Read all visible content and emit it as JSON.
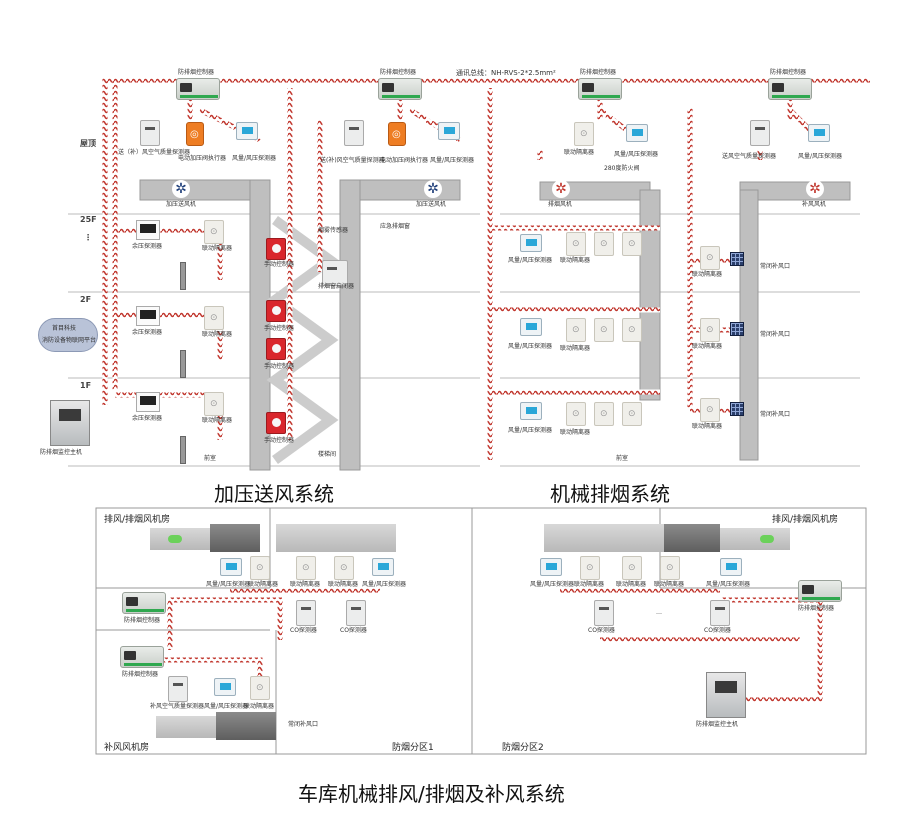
{
  "bus_label": "通讯总线：NH-RVS-2*2.5mm²",
  "floors": {
    "roof": "屋顶",
    "f25": "25F",
    "f2": "2F",
    "f1": "1F",
    "dots": "⋮"
  },
  "top_left": {
    "controller1": "防排烟控制器",
    "controller2": "防排烟控制器",
    "fresh_air_detector1": "送（补）风空气质量探测器",
    "actuator1": "电动加压阀执行器",
    "wind_pressure1": "风量/风压探测器",
    "fresh_air_detector2": "送(补)风空气质量探测器",
    "actuator2": "电动加压阀执行器",
    "wind_pressure2": "风量/风压探测器",
    "fan1": "加压送风机",
    "fan2": "加压送风机",
    "residual_pressure": "余压探测器",
    "linkage_module": "联动隔离器",
    "manual_control": "手动控制器",
    "smoke_sensor": "烟雾传感器",
    "emergency_window": "应急排烟窗",
    "window_start": "排烟窗启闭器",
    "stairwell": "楼梯间",
    "front_room": "前室",
    "cloud_line1": "首目科技",
    "cloud_line2": "消防设备物联网平台",
    "monitor_host": "防排烟监控主机"
  },
  "top_right": {
    "controller": "防排烟控制器",
    "linkage_module": "联动隔离器",
    "wind_pressure": "风量/风压探测器",
    "fire_valve": "280度防火阀",
    "exhaust_fan": "排烟风机",
    "fresh_air_quality": "送风空气质量探测器",
    "supply_fan": "补风风机",
    "normal_closed_vent": "常闭补风口",
    "front_room": "前室"
  },
  "bottom": {
    "room_left": "排风/排烟风机房",
    "room_right": "排风/排烟风机房",
    "makeup_room": "补风风机房",
    "controller": "防排烟控制器",
    "wind_pressure": "风量/风压探测器",
    "linkage_module": "联动隔离器",
    "co_detector": "CO探测器",
    "fresh_air_quality": "补风空气质量探测器",
    "normal_closed_vent": "常闭补风口",
    "zone1": "防烟分区1",
    "zone2": "防烟分区2",
    "monitor_host": "防排烟监控主机",
    "ellipsis": "…"
  },
  "titles": {
    "pressurize": "加压送风系统",
    "mechanical": "机械排烟系统",
    "garage": "车库机械排风/排烟及补风系统"
  }
}
